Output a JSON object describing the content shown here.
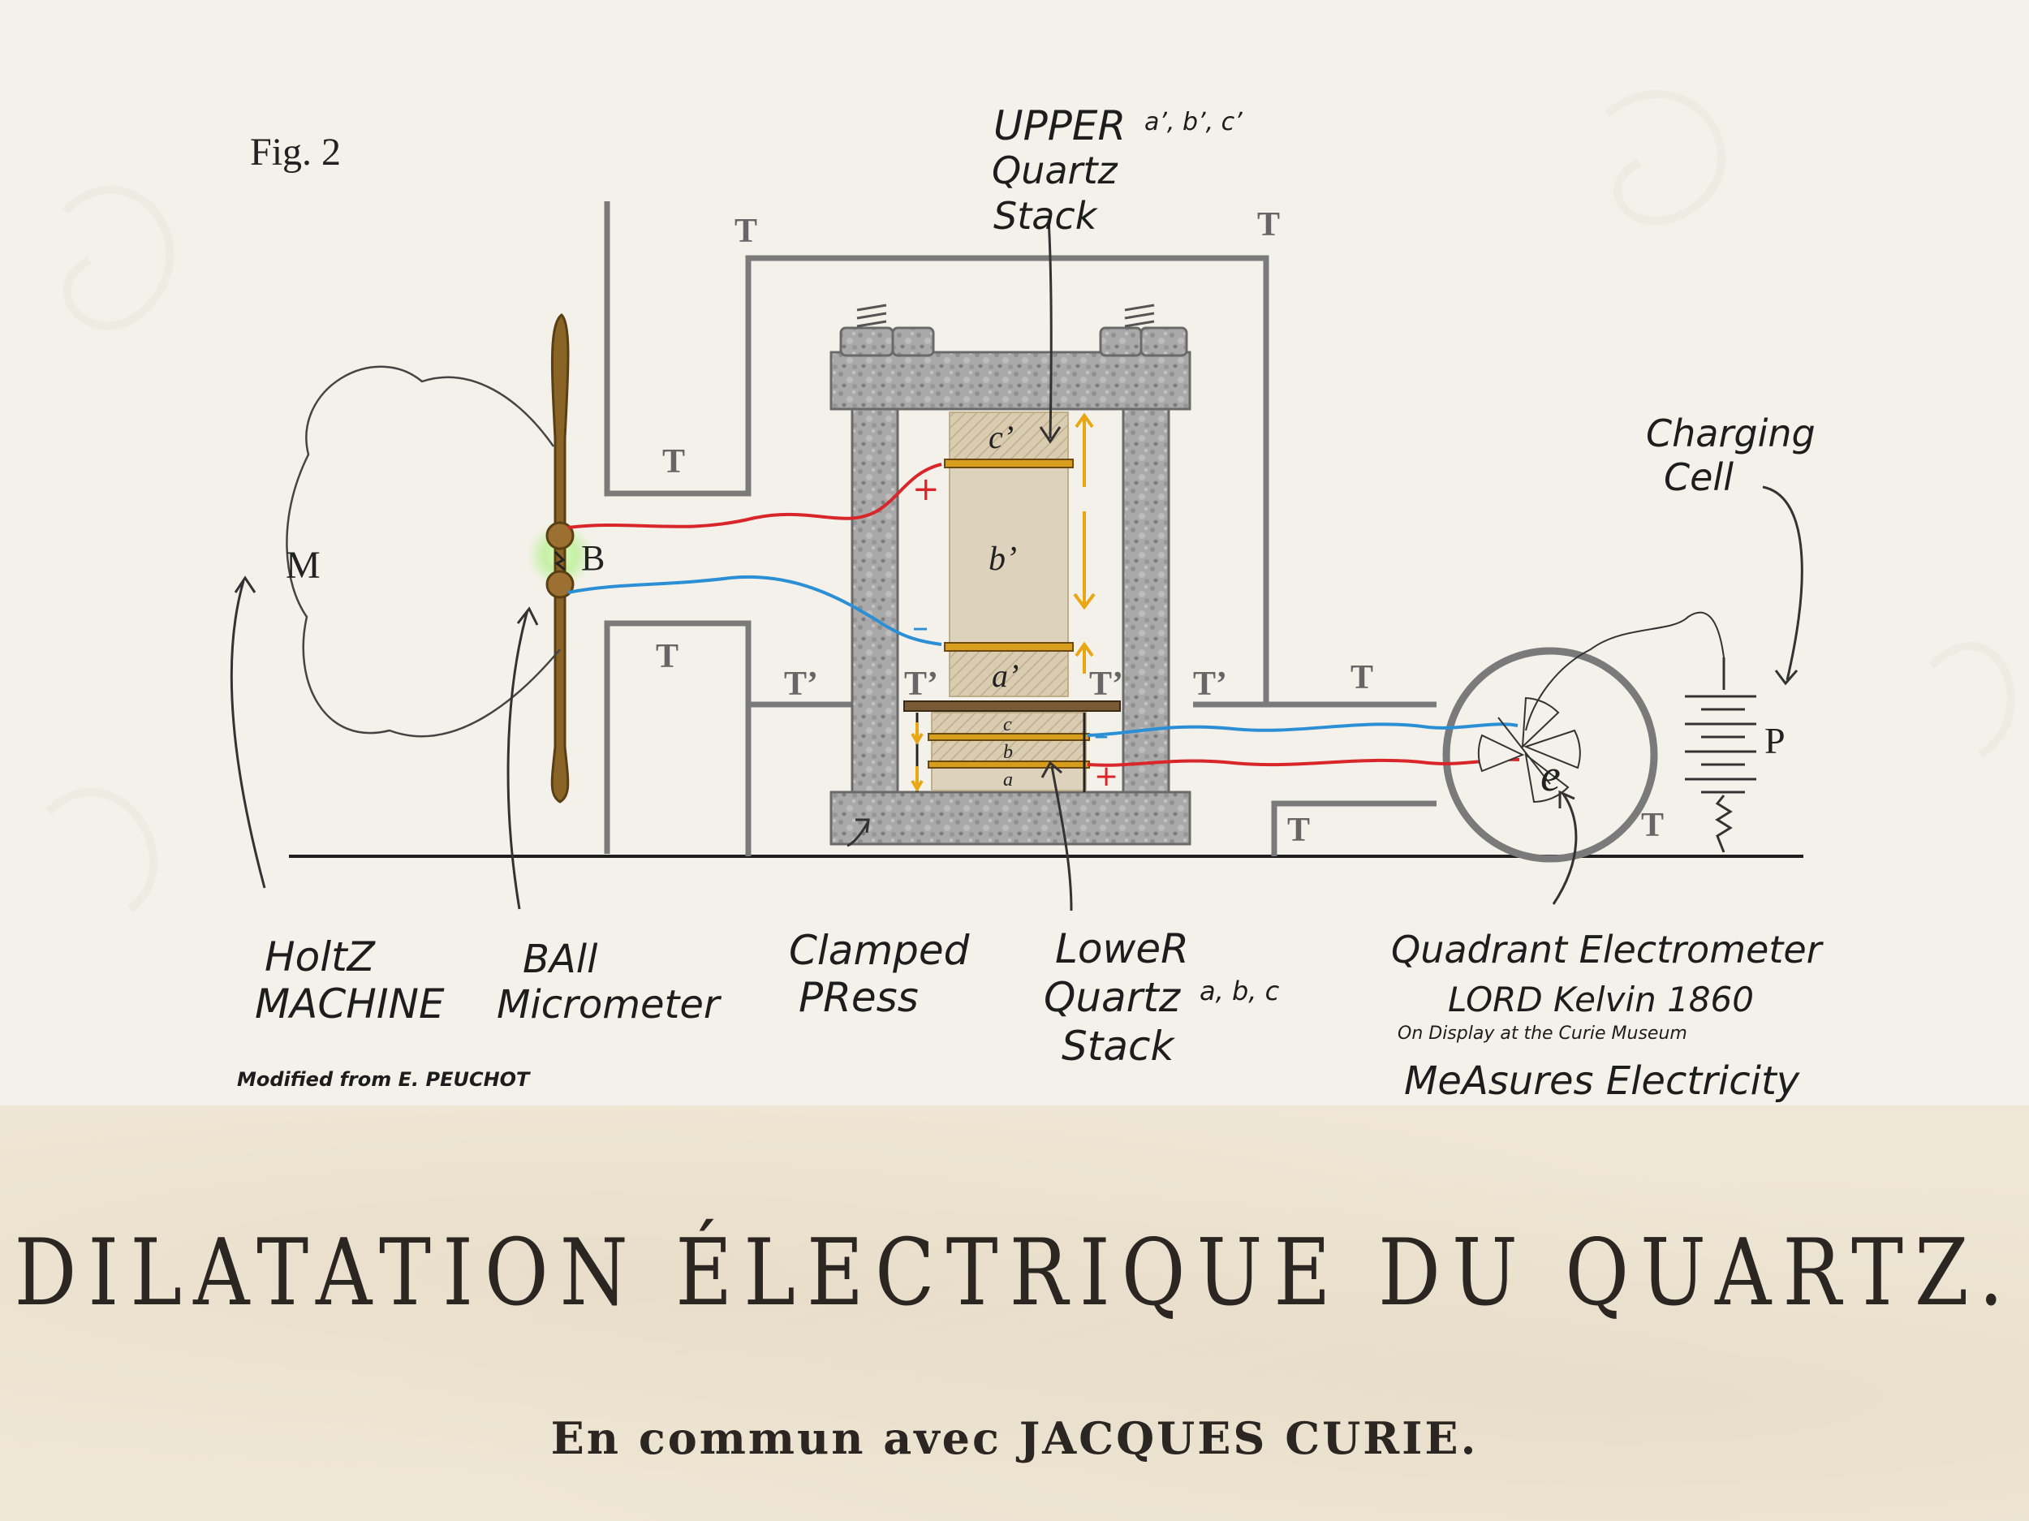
{
  "figure": {
    "fig_label": "Fig. 2",
    "labels": {
      "M": "M",
      "B": "B",
      "P": "P",
      "e": "e",
      "c_prime": "c’",
      "b_prime": "b’",
      "a_prime": "a’",
      "c": "c",
      "b": "b",
      "a": "a",
      "T": "T",
      "T_prime": "T’",
      "plus": "+",
      "minus": "–"
    },
    "annotations": {
      "upper_stack_1": "UPPER",
      "upper_stack_2": "Quartz",
      "upper_stack_3": "Stack",
      "upper_stack_parts": "a’, b’, c’",
      "charging_1": "Charging",
      "charging_2": "Cell",
      "holtz_1": "HoltZ",
      "holtz_2": "MACHINE",
      "ball_1": "BAll",
      "ball_2": "Micrometer",
      "clamped_1": "Clamped",
      "clamped_2": "PRess",
      "lower_1": "LoweR",
      "lower_2": "Quartz",
      "lower_parts": "a, b, c",
      "lower_3": "Stack",
      "quadrant": "Quadrant Electrometer",
      "kelvin": "LORD Kelvin 1860",
      "display": "On Display at the Curie Museum",
      "measures": "MeAsures Electricity",
      "modified": "Modified from E. PEUCHOT"
    },
    "colors": {
      "positive_wire": "#d9262a",
      "negative_wire": "#2b8fd6",
      "arrow": "#e8a713",
      "frame": "#7a7a7a",
      "micrometer": "#8a6326"
    }
  },
  "title_band": {
    "title": "DILATATION ÉLECTRIQUE DU QUARTZ.",
    "byline": "En commun avec JACQUES CURIE."
  }
}
